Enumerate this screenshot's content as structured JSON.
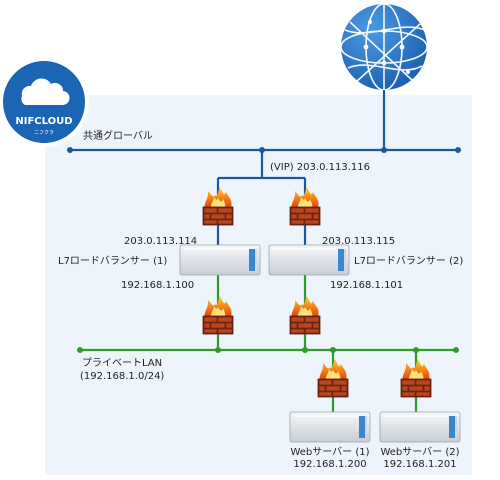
{
  "logo": {
    "brand": "NIFCLOUD",
    "sub": "ニフクラ"
  },
  "networks": {
    "global": {
      "label": "共通グローバル"
    },
    "private": {
      "label": "プライベートLAN",
      "cidr": "(192.168.1.0/24)"
    }
  },
  "vip": "(VIP) 203.0.113.116",
  "load_balancers": [
    {
      "label": "L7ロードバランサー (1)",
      "global_ip": "203.0.113.114",
      "private_ip": "192.168.1.100"
    },
    {
      "label": "L7ロードバランサー (2)",
      "global_ip": "203.0.113.115",
      "private_ip": "192.168.1.101"
    }
  ],
  "web_servers": [
    {
      "label": "Webサーバー (1)",
      "ip": "192.168.1.200"
    },
    {
      "label": "Webサーバー (2)",
      "ip": "192.168.1.201"
    }
  ],
  "colors": {
    "global_line": "#1a5a9a",
    "private_line": "#2f9a2a",
    "region_bg": "#eef4fb",
    "globe": "#2a72c8",
    "logo_bg": "#1c65b5",
    "server_accent": "#3a86cf"
  }
}
